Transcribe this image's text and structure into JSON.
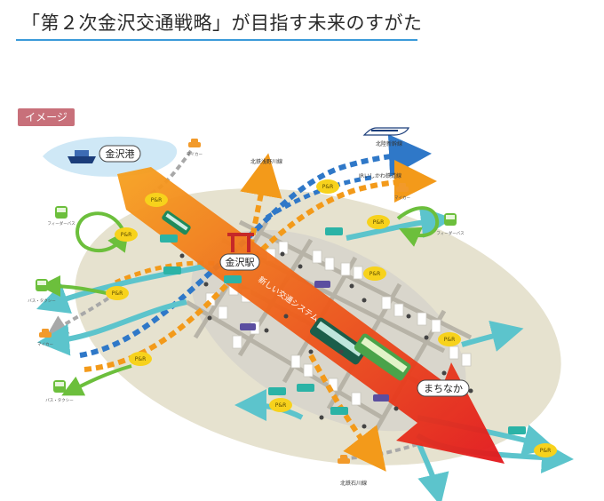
{
  "title": "「第２次金沢交通戦略」が目指す未来のすがた",
  "image_tag": "イメージ",
  "places": {
    "port": "金沢港",
    "station": "金沢駅",
    "downtown": "まちなか"
  },
  "lines": {
    "shinkansen": "北陸新幹線",
    "asanogawa": "北鉄浅野川線",
    "ishikawa": "北鉄石川線",
    "iri": "IRいしかわ鉄道線"
  },
  "new_transit": "新しい交通システム",
  "park_ride": "P&R",
  "small_labels": {
    "my_car": "マイカー",
    "feeder_bus": "フィーダーバス",
    "bus_taxi": "バス・タクシー"
  },
  "colors": {
    "title_rule": "#3a9ad9",
    "tag": "#c8707a",
    "main_arrow": "#e8281e",
    "rail_blue": "#3a86d4",
    "rail_orange": "#f5a623",
    "teal_arrow": "#5cc4cc",
    "green_arrow": "#6cbf3c",
    "pr_yellow": "#f7d21c",
    "ellipse": "#e4e0cc"
  }
}
